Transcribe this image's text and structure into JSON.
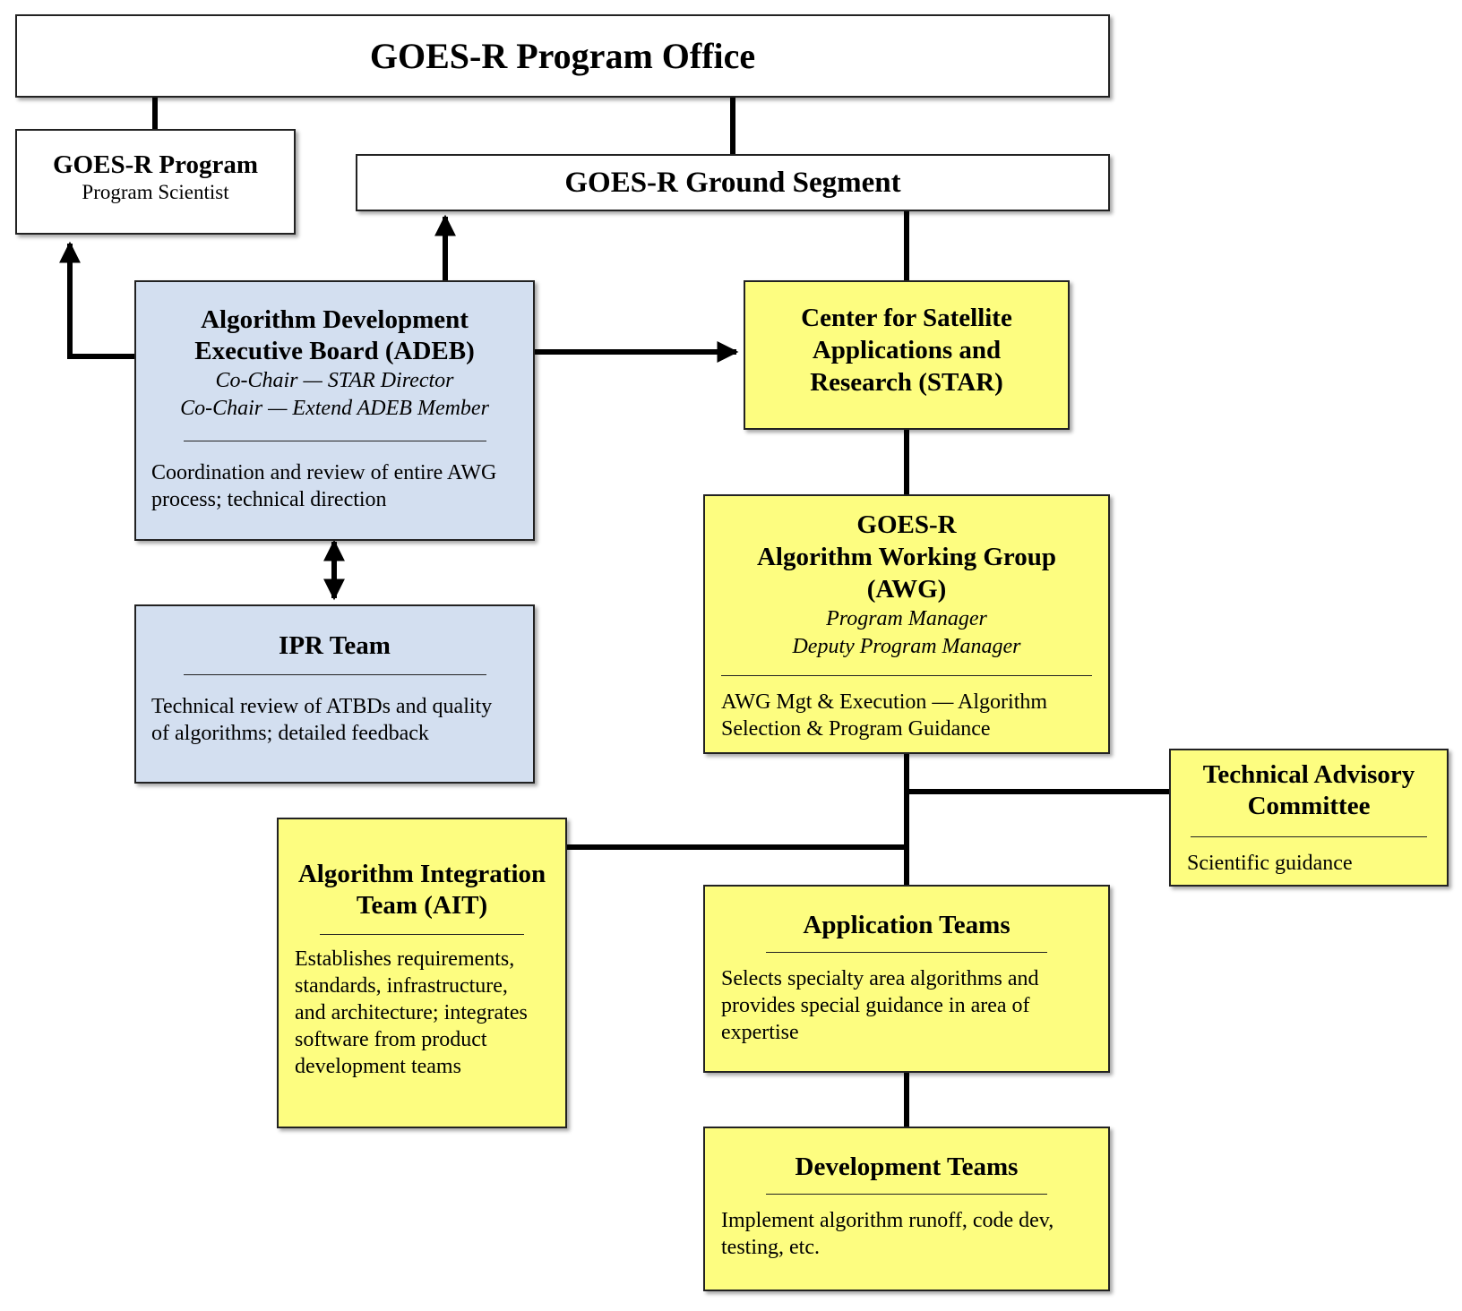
{
  "program_office": {
    "title": "GOES-R Program Office"
  },
  "program": {
    "title": "GOES-R Program",
    "subtitle": "Program Scientist"
  },
  "ground_segment": {
    "title": "GOES-R Ground Segment"
  },
  "adeb": {
    "title_line1": "Algorithm Development",
    "title_line2": "Executive Board (ADEB)",
    "role1": "Co-Chair — STAR Director",
    "role2": "Co-Chair — Extend ADEB Member",
    "desc_line1": "Coordination and review of entire AWG",
    "desc_line2": "process; technical direction"
  },
  "star": {
    "title_line1": "Center for Satellite",
    "title_line2": "Applications and",
    "title_line3": "Research (STAR)"
  },
  "ipr": {
    "title": "IPR Team",
    "desc_line1": "Technical review of ATBDs and quality",
    "desc_line2": "of algorithms; detailed feedback"
  },
  "awg": {
    "title_line1": "GOES-R",
    "title_line2": "Algorithm Working Group",
    "title_line3": "(AWG)",
    "role1": "Program Manager",
    "role2": "Deputy Program Manager",
    "desc_line1": "AWG Mgt & Execution — Algorithm",
    "desc_line2": "Selection & Program Guidance"
  },
  "tac": {
    "title_line1": "Technical Advisory",
    "title_line2": "Committee",
    "desc_line1": "Scientific guidance"
  },
  "ait": {
    "title_line1": "Algorithm Integration",
    "title_line2": "Team (AIT)",
    "desc_line1": "Establishes requirements,",
    "desc_line2": "standards, infrastructure,",
    "desc_line3": "and architecture; integrates",
    "desc_line4": "software from product",
    "desc_line5": "development teams"
  },
  "application_teams": {
    "title": "Application Teams",
    "desc_line1": "Selects specialty area algorithms and",
    "desc_line2": "provides special guidance in area of",
    "desc_line3": "expertise"
  },
  "development_teams": {
    "title": "Development Teams",
    "desc_line1": "Implement algorithm runoff, code dev,",
    "desc_line2": "testing, etc."
  },
  "colors": {
    "white_box": "#ffffff",
    "blue_box": "#d3dff0",
    "yellow_box": "#fdfd80",
    "line": "#000000"
  }
}
